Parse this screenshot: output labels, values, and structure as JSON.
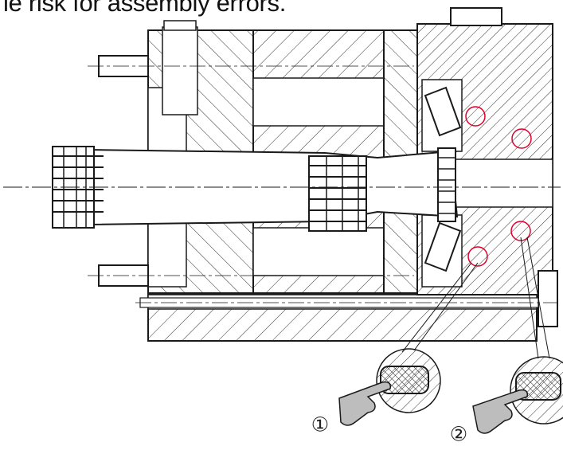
{
  "caption": "le risk for assembly errors.",
  "callouts": [
    {
      "label": "①"
    },
    {
      "label": "②"
    }
  ],
  "colors": {
    "line": "#1a1a1a",
    "hatch": "#333333",
    "seal_highlight": "#e0002a",
    "background": "#ffffff"
  }
}
